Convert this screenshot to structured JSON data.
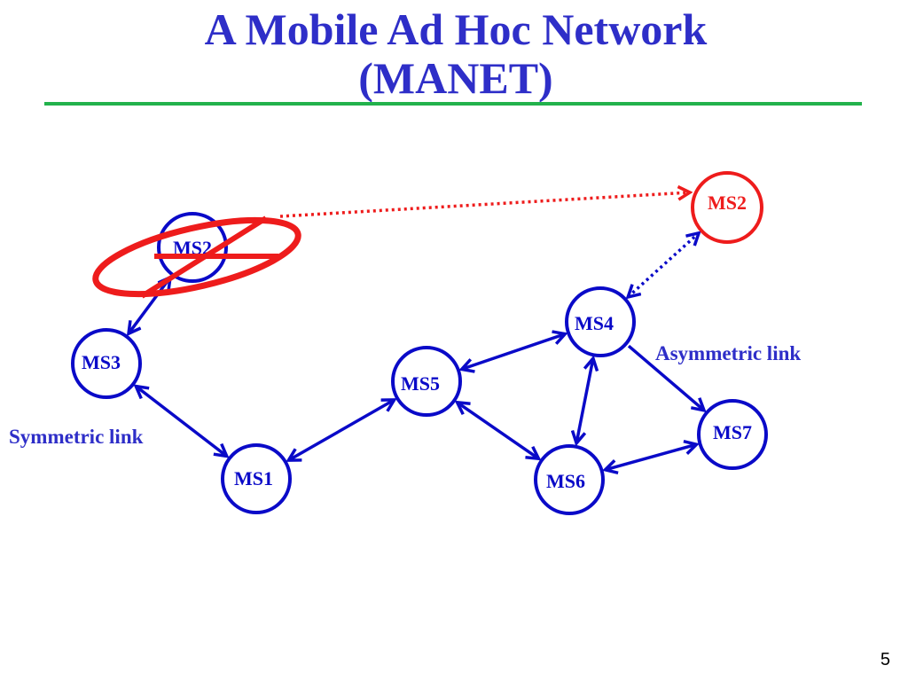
{
  "slide": {
    "title_line1": "A Mobile Ad Hoc Network",
    "title_line2": "(MANET)",
    "page_number": "5"
  },
  "labels": {
    "symmetric": "Symmetric link",
    "asymmetric": "Asymmetric link"
  },
  "nodes": [
    {
      "id": "ms2_old",
      "label": "MS2",
      "state": "departed"
    },
    {
      "id": "ms2_new",
      "label": "MS2",
      "state": "moved"
    },
    {
      "id": "ms3",
      "label": "MS3",
      "state": "normal"
    },
    {
      "id": "ms1",
      "label": "MS1",
      "state": "normal"
    },
    {
      "id": "ms5",
      "label": "MS5",
      "state": "normal"
    },
    {
      "id": "ms4",
      "label": "MS4",
      "state": "normal"
    },
    {
      "id": "ms6",
      "label": "MS6",
      "state": "normal"
    },
    {
      "id": "ms7",
      "label": "MS7",
      "state": "normal"
    }
  ],
  "links": [
    {
      "from": "ms3",
      "to": "ms2_old",
      "type": "symmetric"
    },
    {
      "from": "ms3",
      "to": "ms1",
      "type": "symmetric"
    },
    {
      "from": "ms1",
      "to": "ms5",
      "type": "symmetric"
    },
    {
      "from": "ms5",
      "to": "ms4",
      "type": "symmetric"
    },
    {
      "from": "ms5",
      "to": "ms6",
      "type": "symmetric"
    },
    {
      "from": "ms4",
      "to": "ms6",
      "type": "symmetric"
    },
    {
      "from": "ms6",
      "to": "ms7",
      "type": "symmetric"
    },
    {
      "from": "ms4",
      "to": "ms7",
      "type": "asymmetric"
    },
    {
      "from": "ms4",
      "to": "ms2_new",
      "type": "wireless-dotted"
    },
    {
      "from": "ms2_old",
      "to": "ms2_new",
      "type": "movement-dotted"
    }
  ],
  "colors": {
    "title": "#2e2ec8",
    "node_blue": "#0a0ac8",
    "node_red": "#ee1c1c",
    "rule_green": "#22b24c",
    "label_blue": "#2e2ec8"
  }
}
